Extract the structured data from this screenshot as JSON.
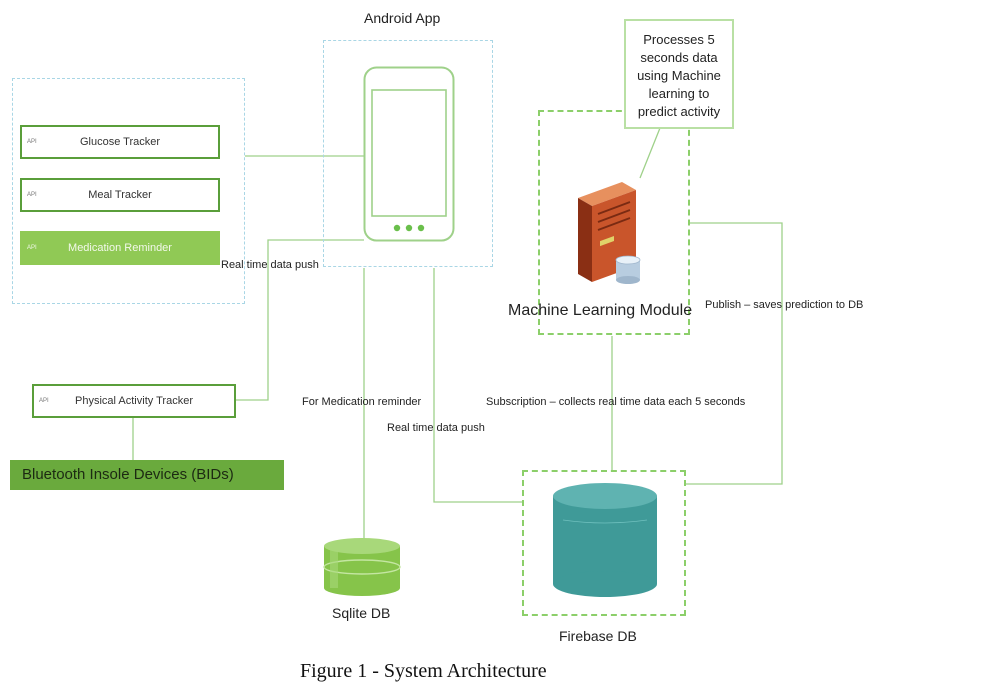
{
  "android_app": {
    "title": "Android App"
  },
  "modules": [
    {
      "api": "API",
      "label": "Glucose Tracker"
    },
    {
      "api": "API",
      "label": "Meal Tracker"
    },
    {
      "api": "API",
      "label": "Medication Reminder"
    }
  ],
  "physical_activity": {
    "api": "API",
    "label": "Physical Activity Tracker"
  },
  "ble_devices": {
    "label": "Bluetooth Insole Devices (BIDs)"
  },
  "ml_module": {
    "label": "Machine Learning Module",
    "callout": [
      "Processes 5",
      "seconds data",
      "using Machine",
      "learning to",
      "predict activity"
    ]
  },
  "connections": {
    "realtime_push_1": "Real time data push",
    "realtime_push_2": "Real time data push",
    "medication_reminder": "For Medication reminder",
    "subscription": "Subscription – collects real time data each 5 seconds",
    "publish": "Publish – saves prediction to DB"
  },
  "sqlite_db": {
    "label": "Sqlite DB"
  },
  "firebase_db": {
    "label": "Firebase DB"
  },
  "caption": "Figure 1 - System Architecture",
  "colors": {
    "accent_green": "#5a9e3a",
    "light_green": "#90c955",
    "dashed_blue": "#a9d6e5",
    "firebase_teal": "#3f9a98",
    "server_orange": "#c9552b"
  }
}
